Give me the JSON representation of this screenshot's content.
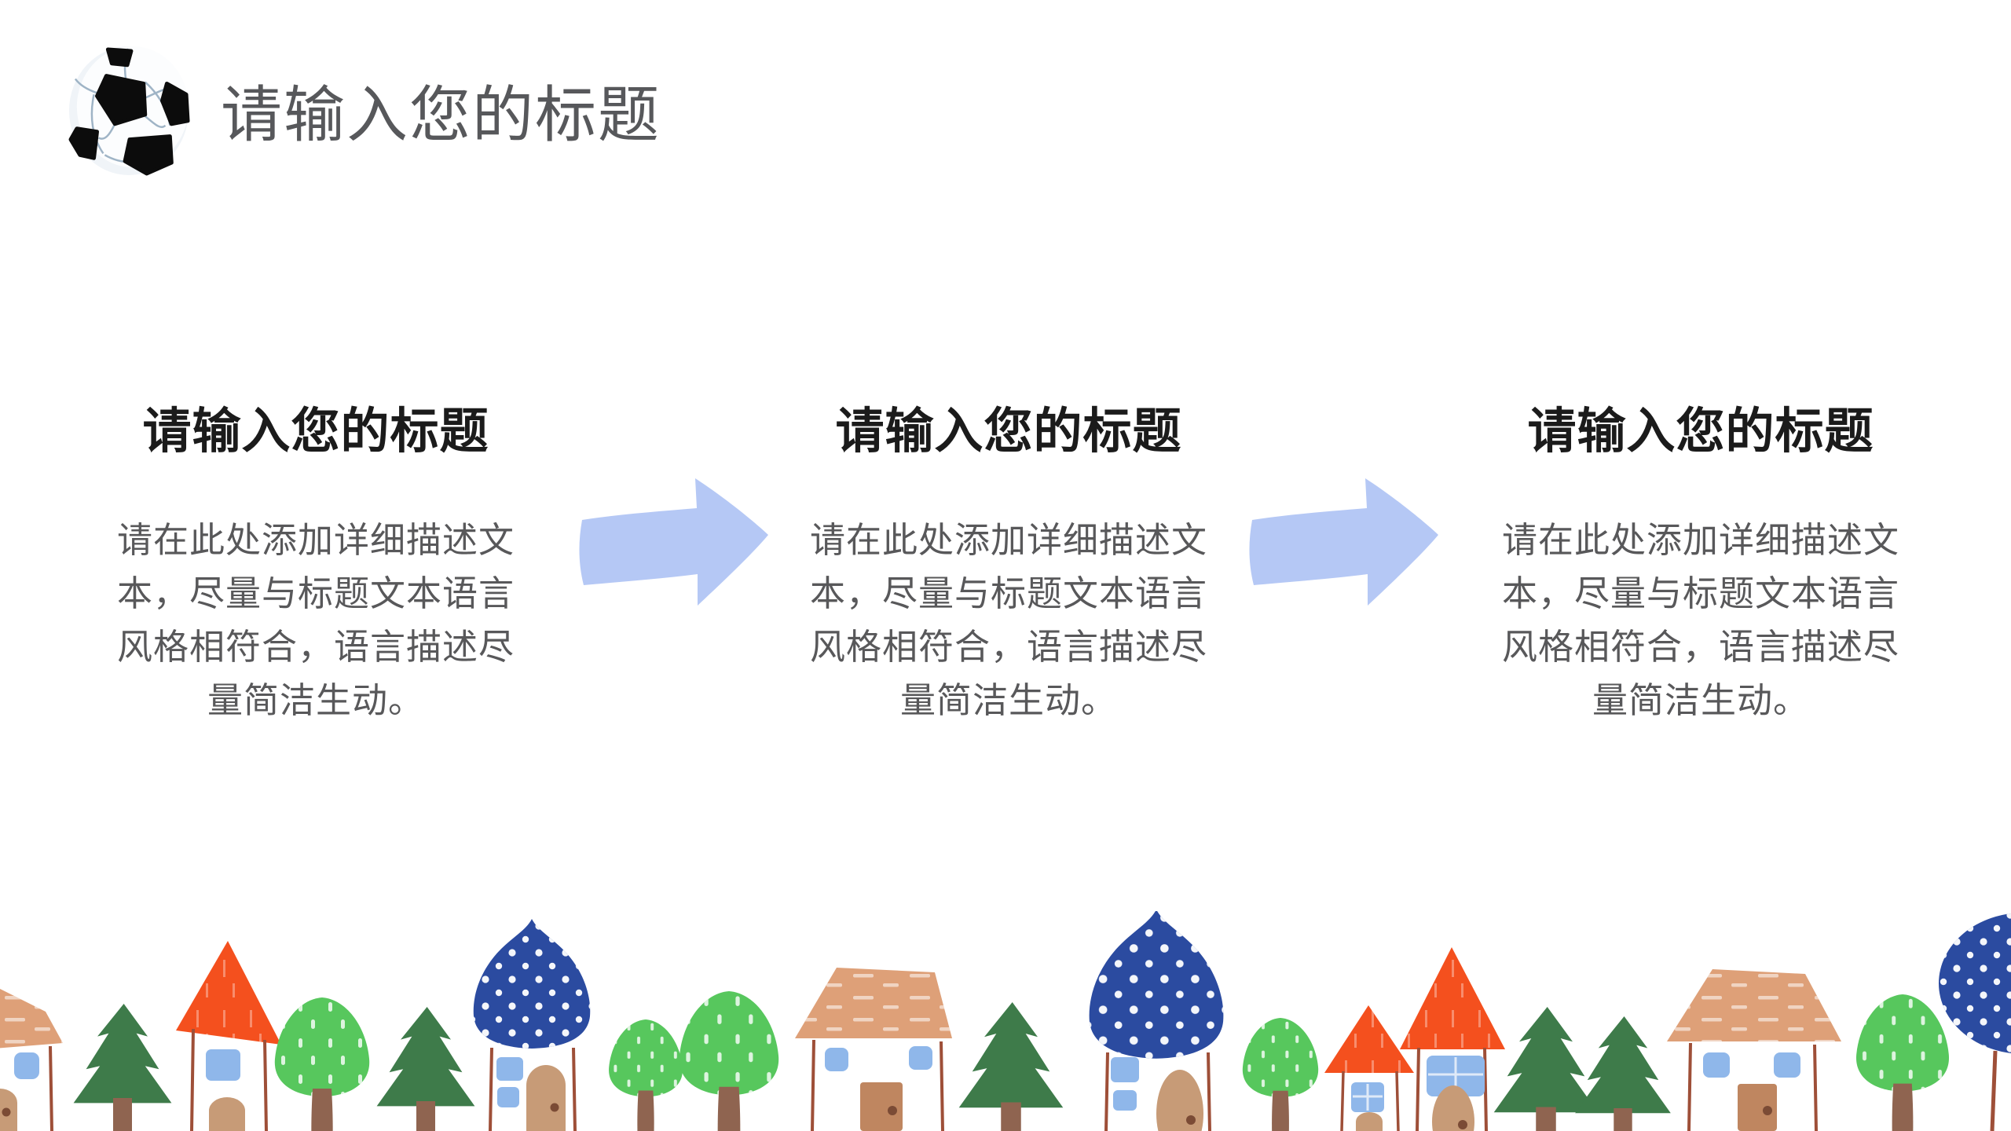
{
  "header": {
    "logo_icon": "soccer-ball-icon",
    "title": "请输入您的标题"
  },
  "columns": [
    {
      "heading": "请输入您的标题",
      "body": "请在此处添加详细描述文本，尽量与标题文本语言风格相符合，语言描述尽量简洁生动。"
    },
    {
      "heading": "请输入您的标题",
      "body": "请在此处添加详细描述文本，尽量与标题文本语言风格相符合，语言描述尽量简洁生动。"
    },
    {
      "heading": "请输入您的标题",
      "body": "请在此处添加详细描述文本，尽量与标题文本语言风格相符合，语言描述尽量简洁生动。"
    }
  ],
  "arrows": [
    {
      "icon": "hand-drawn-right-arrow-icon",
      "color": "#B5C8F5"
    },
    {
      "icon": "hand-drawn-right-arrow-icon",
      "color": "#B5C8F5"
    }
  ],
  "colors": {
    "background": "#FFFFFF",
    "title_text": "#57585B",
    "heading_text": "#1B1B1B",
    "body_text": "#58585A",
    "arrow_blue": "#B5C8F5",
    "navy_roof": "#2B4BA0",
    "orange_roof": "#F4501E",
    "salmon_roof": "#DEA078",
    "pine_green": "#3E7B4A",
    "leaf_green": "#57C75D",
    "trunk_brown": "#8F6450",
    "door_tan": "#C79B77",
    "door_brown": "#BF8660",
    "door_knob": "#7B4B35",
    "window_blue": "#8FB7EA",
    "wall_line": "#9E4F38",
    "ball_seam": "#9FB4C6"
  },
  "footer_illustration": {
    "name": "village-illustration",
    "elements": [
      "pine-tree",
      "round-tree",
      "triangle-roof-house",
      "dome-roof-house",
      "trapezoid-roof-house",
      "polka-dot-tree"
    ]
  }
}
